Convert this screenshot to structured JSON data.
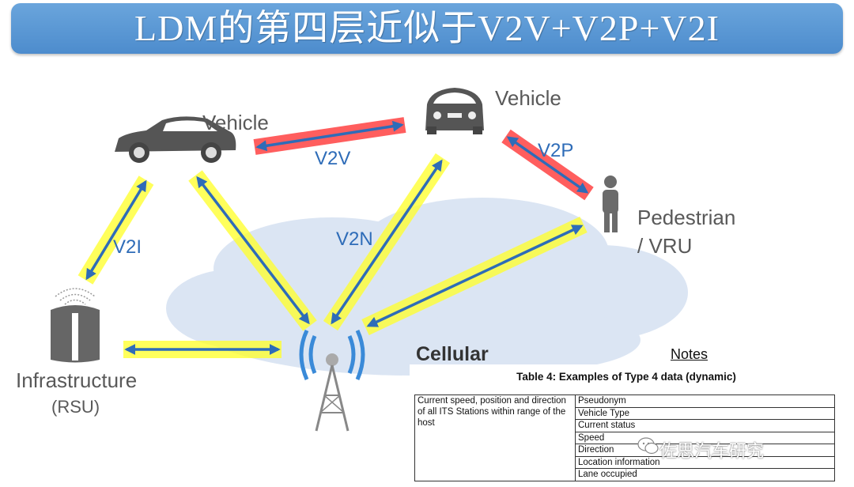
{
  "title": "LDM的第四层近似于V2V+V2P+V2I",
  "nodes": {
    "vehicle_left": "Vehicle",
    "vehicle_right": "Vehicle",
    "pedestrian_line1": "Pedestrian",
    "pedestrian_line2": "/ VRU",
    "infrastructure_line1": "Infrastructure",
    "infrastructure_line2": "(RSU)",
    "cellular": "Cellular"
  },
  "links": {
    "v2v": "V2V",
    "v2p": "V2P",
    "v2i": "V2I",
    "v2n": "V2N"
  },
  "notes": "Notes",
  "table": {
    "caption": "Table 4: Examples of Type 4 data (dynamic)",
    "left_cell": "Current speed, position and direction of all ITS Stations within range of the host",
    "rows": [
      "Pseudonym",
      "Vehicle Type",
      "Current status",
      "Speed",
      "Direction",
      "Location information",
      "Lane occupied"
    ]
  },
  "watermark": "佐思汽车研究",
  "colors": {
    "title_bar": "#5b9bd5",
    "arrow": "#2e6cb8",
    "highlight_v2x": "#ff4d4d",
    "highlight_v2n": "#ffff33",
    "cloud": "#dbe5f3"
  }
}
